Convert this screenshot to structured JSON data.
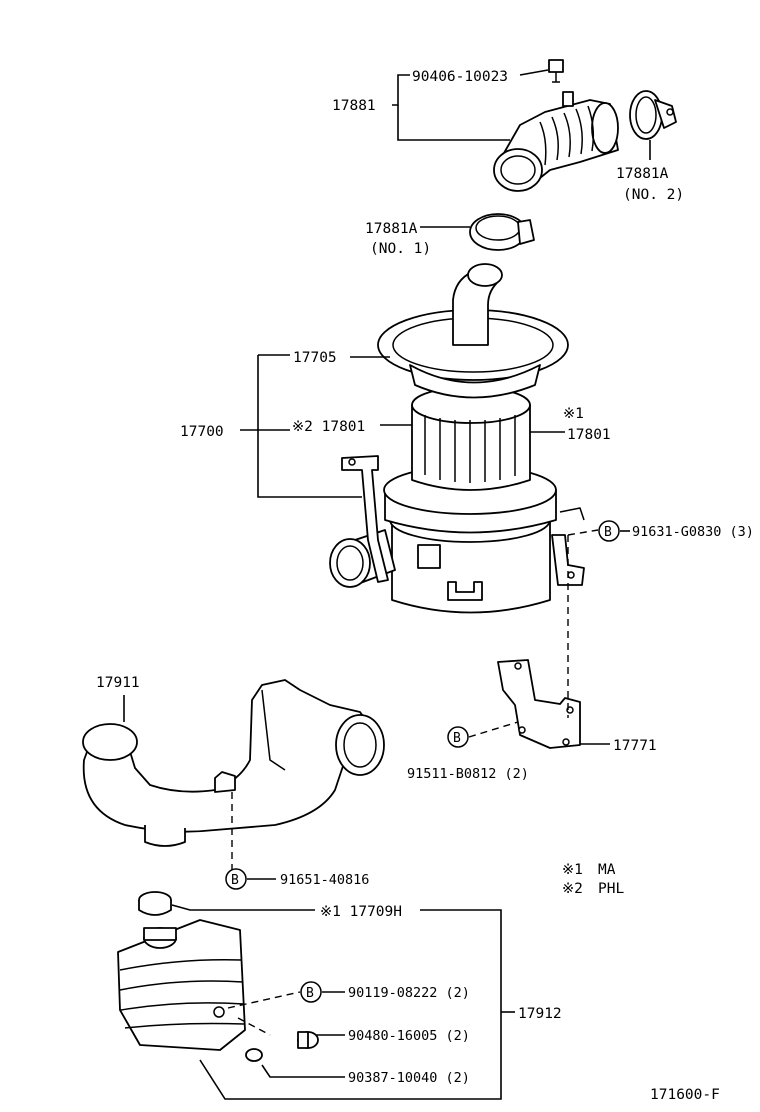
{
  "callouts": {
    "bolt_90406": "90406-10023",
    "hose_17881": "17881",
    "clamp_no2_part": "17881A",
    "clamp_no2_note": "(NO. 2)",
    "clamp_no1_part": "17881A",
    "clamp_no1_note": "(NO. 1)",
    "cap_17705": "17705",
    "assy_17700": "17700",
    "element_phl": "※2 17801",
    "element_ma_mark": "※1",
    "element_ma": "17801",
    "bolt_91631": "91631-G0830 (3)",
    "bracket_17771": "17771",
    "bolt_91511": "91511-B0812 (2)",
    "duct_17911": "17911",
    "bolt_91651": "91651-40816",
    "resonator_17709h": "※1 17709H",
    "resonator_17912": "17912",
    "bolt_90119": "90119-08222 (2)",
    "grommet_90480": "90480-16005 (2)",
    "plug_90387": "90387-10040 (2)"
  },
  "symbols": {
    "b_marker": "B"
  },
  "legend": {
    "m1_mark": "※1",
    "m1_label": "MA",
    "m2_mark": "※2",
    "m2_label": "PHL"
  },
  "figure_code": "171600-F"
}
